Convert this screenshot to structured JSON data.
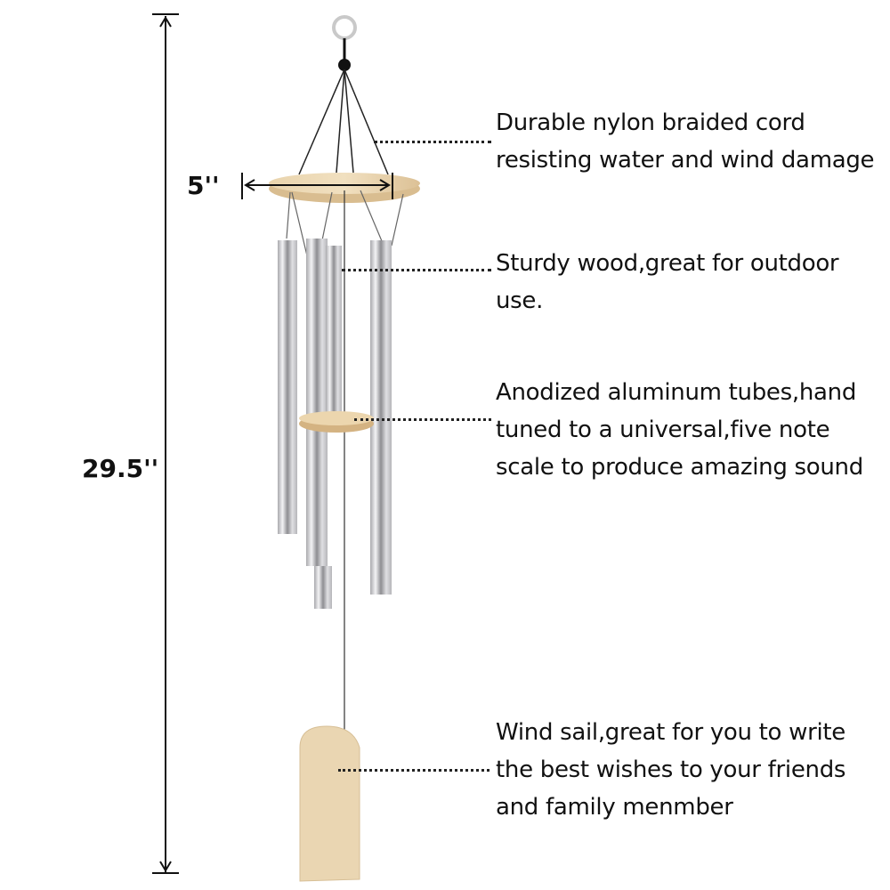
{
  "dimensions": {
    "height_label": "29.5''",
    "width_label": "5''"
  },
  "callouts": [
    {
      "lines": [
        "Durable nylon braided cord",
        "resisting water and wind damage"
      ]
    },
    {
      "lines": [
        "Sturdy wood,great for outdoor",
        "use."
      ]
    },
    {
      "lines": [
        "Anodized aluminum tubes,hand",
        "tuned to a universal,five note",
        "scale to produce amazing sound"
      ]
    },
    {
      "lines": [
        "Wind sail,great for you to write",
        "the best wishes to your friends",
        "and family menmber"
      ]
    }
  ],
  "colors": {
    "wood": "#e6cfa6",
    "wood_dark": "#cfb284",
    "metal_light": "#e8e8ea",
    "metal_dark": "#9a9a9e",
    "line": "#111111"
  }
}
